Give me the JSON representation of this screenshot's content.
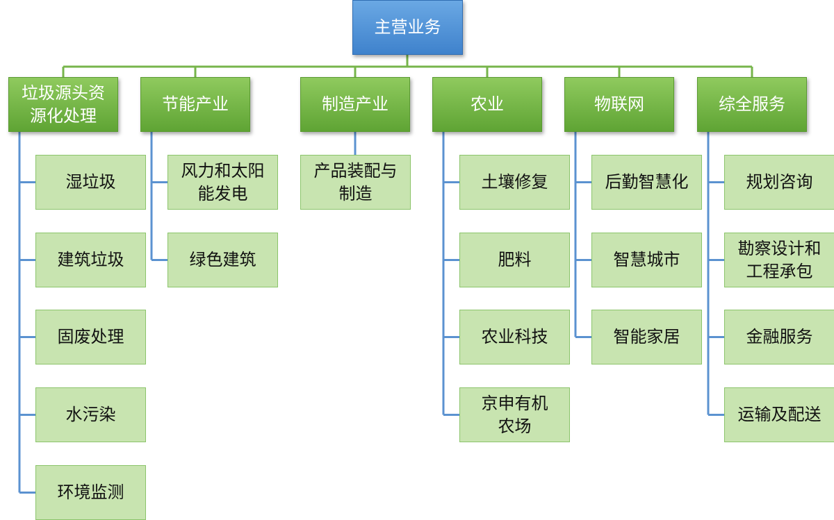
{
  "root": {
    "label": "主营业务"
  },
  "categories": [
    {
      "label": "垃圾源头资源化处理",
      "children": [
        "湿垃圾",
        "建筑垃圾",
        "固废处理",
        "水污染",
        "环境监测"
      ]
    },
    {
      "label": "节能产业",
      "children": [
        "风力和太阳能发电",
        "绿色建筑"
      ]
    },
    {
      "label": "制造产业",
      "children": [
        "产品装配与制造"
      ]
    },
    {
      "label": "农业",
      "children": [
        "土壤修复",
        "肥料",
        "农业科技",
        "京申有机农场"
      ]
    },
    {
      "label": "物联网",
      "children": [
        "后勤智慧化",
        "智慧城市",
        "智能家居"
      ]
    },
    {
      "label": "综全服务",
      "children": [
        "规划咨询",
        "勘察设计和工程承包",
        "金融服务",
        "运输及配送"
      ]
    }
  ],
  "colors": {
    "root_fill": "#4f8fd6",
    "category_fill": "#74b648",
    "leaf_fill": "#c8e4b0",
    "connector_top": "#77b54b",
    "connector_leaf": "#5b92d0"
  }
}
